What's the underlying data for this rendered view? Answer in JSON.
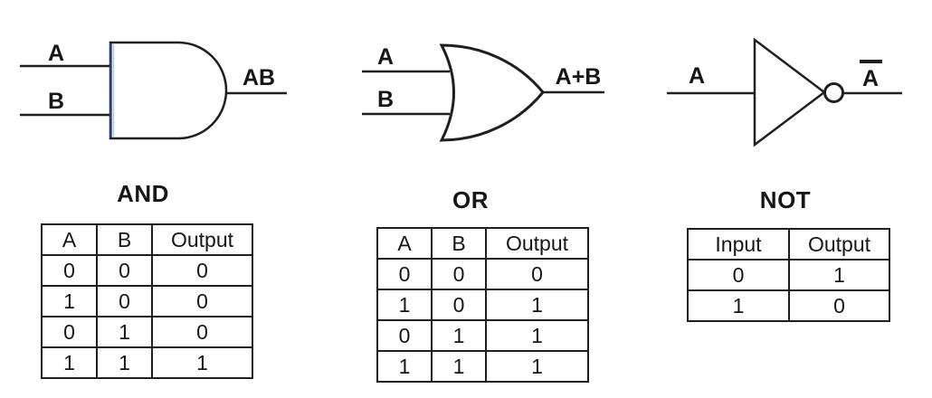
{
  "gates": {
    "and": {
      "title": "AND",
      "input_a_label": "A",
      "input_b_label": "B",
      "output_label": "AB"
    },
    "or": {
      "title": "OR",
      "input_a_label": "A",
      "input_b_label": "B",
      "output_label": "A+B"
    },
    "not": {
      "title": "NOT",
      "input_label": "A",
      "output_label": "A",
      "output_has_overbar": true
    }
  },
  "tables": {
    "and": {
      "headers": [
        "A",
        "B",
        "Output"
      ],
      "rows": [
        [
          "0",
          "0",
          "0"
        ],
        [
          "1",
          "0",
          "0"
        ],
        [
          "0",
          "1",
          "0"
        ],
        [
          "1",
          "1",
          "1"
        ]
      ]
    },
    "or": {
      "headers": [
        "A",
        "B",
        "Output"
      ],
      "rows": [
        [
          "0",
          "0",
          "0"
        ],
        [
          "1",
          "0",
          "1"
        ],
        [
          "0",
          "1",
          "1"
        ],
        [
          "1",
          "1",
          "1"
        ]
      ]
    },
    "not": {
      "headers": [
        "Input",
        "Output"
      ],
      "rows": [
        [
          "0",
          "1"
        ],
        [
          "1",
          "0"
        ]
      ]
    }
  },
  "colors": {
    "stroke": "#1f1f1f",
    "and_left_edge": "#2e4470",
    "and_left_edge_highlight": "#aac8ec",
    "background": "#ffffff"
  }
}
